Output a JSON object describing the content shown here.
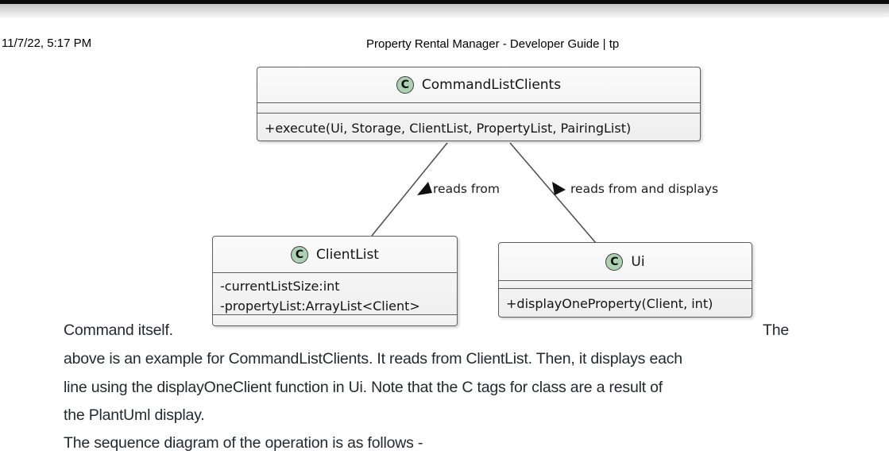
{
  "header": {
    "date": "11/7/22, 5:17 PM",
    "title": "Property Rental Manager - Developer Guide | tp"
  },
  "diagram": {
    "type": "uml-class-diagram",
    "classes": [
      {
        "icon_letter": "C",
        "name": "CommandListClients",
        "fields": [],
        "methods": [
          "+execute(Ui, Storage, ClientList, PropertyList, PairingList)"
        ]
      },
      {
        "icon_letter": "C",
        "name": "ClientList",
        "fields": [
          "-currentListSize:int",
          "-propertyList:ArrayList<Client>"
        ],
        "methods": []
      },
      {
        "icon_letter": "C",
        "name": "Ui",
        "fields": [],
        "methods": [
          "+displayOneProperty(Client, int)"
        ]
      }
    ],
    "edges": [
      {
        "from": "CommandListClients",
        "to": "ClientList",
        "label": "reads from"
      },
      {
        "from": "CommandListClients",
        "to": "Ui",
        "label": "reads from and displays"
      }
    ],
    "colors": {
      "class_icon_bg": "#ADD1B2",
      "box_border": "#5e5e5e",
      "edge_line": "#4d4d4d"
    }
  },
  "body": {
    "line1_left": "Command itself.",
    "line1_right": "The",
    "line2": "above is an example for CommandListClients. It reads from ClientList. Then, it displays each",
    "line3": "line using the displayOneClient function in Ui. Note that the C tags for class are a result of",
    "line4": "the PlantUml display.",
    "line5": "The sequence diagram of the operation is as follows -"
  }
}
